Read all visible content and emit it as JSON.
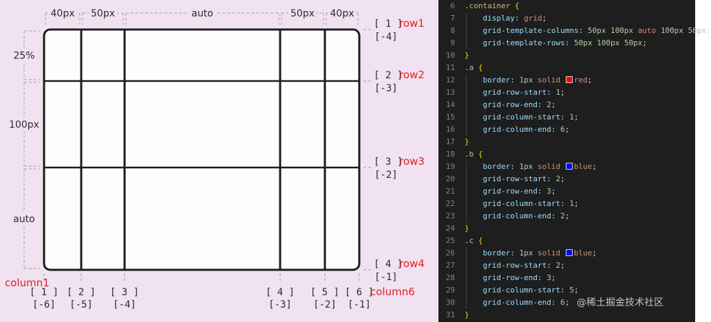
{
  "diagram": {
    "column_sizes": [
      "40px",
      "50px",
      "auto",
      "50px",
      "40px"
    ],
    "row_sizes": [
      "25%",
      "100px",
      "auto"
    ],
    "row_lines": [
      {
        "pos": "[ 1 ]",
        "neg": "[-4]",
        "label": "row1"
      },
      {
        "pos": "[ 2 ]",
        "neg": "[-3]",
        "label": "row2"
      },
      {
        "pos": "[ 3 ]",
        "neg": "[-2]",
        "label": "row3"
      },
      {
        "pos": "[ 4 ]",
        "neg": "[-1]",
        "label": "row4"
      }
    ],
    "column_lines": [
      {
        "pos": "[ 1 ]",
        "neg": "[-6]"
      },
      {
        "pos": "[ 2 ]",
        "neg": "[-5]"
      },
      {
        "pos": "[ 3 ]",
        "neg": "[-4]"
      },
      {
        "pos": "[ 4 ]",
        "neg": "[-3]"
      },
      {
        "pos": "[ 5 ]",
        "neg": "[-2]"
      },
      {
        "pos": "[ 6 ]",
        "neg": "[-1]"
      }
    ],
    "first_column_label": "column1",
    "last_column_label": "column6",
    "label_color": "#e02020"
  },
  "code": {
    "lines": [
      {
        "n": "6",
        "indent": 0,
        "t": [
          {
            "c": "sel",
            "s": ".container"
          },
          {
            "c": "",
            "s": " "
          },
          {
            "c": "brace",
            "s": "{"
          }
        ]
      },
      {
        "n": "7",
        "indent": 1,
        "t": [
          {
            "c": "prop",
            "s": "display"
          },
          {
            "c": "",
            "s": ": "
          },
          {
            "c": "val",
            "s": "grid"
          },
          {
            "c": "",
            "s": ";"
          }
        ]
      },
      {
        "n": "8",
        "indent": 1,
        "t": [
          {
            "c": "prop",
            "s": "grid-template-columns"
          },
          {
            "c": "",
            "s": ": "
          },
          {
            "c": "num",
            "s": "50px 100px"
          },
          {
            "c": "",
            "s": " "
          },
          {
            "c": "val",
            "s": "auto"
          },
          {
            "c": "",
            "s": " "
          },
          {
            "c": "num",
            "s": "100px 50px"
          },
          {
            "c": "",
            "s": ";"
          }
        ]
      },
      {
        "n": "9",
        "indent": 1,
        "t": [
          {
            "c": "prop",
            "s": "grid-template-rows"
          },
          {
            "c": "",
            "s": ": "
          },
          {
            "c": "num",
            "s": "50px 100px 50px"
          },
          {
            "c": "",
            "s": ";"
          }
        ]
      },
      {
        "n": "10",
        "indent": 0,
        "t": [
          {
            "c": "brace",
            "s": "}"
          }
        ]
      },
      {
        "n": "11",
        "indent": 0,
        "t": [
          {
            "c": "sel",
            "s": ".a"
          },
          {
            "c": "",
            "s": " "
          },
          {
            "c": "brace",
            "s": "{"
          }
        ]
      },
      {
        "n": "12",
        "indent": 1,
        "t": [
          {
            "c": "prop",
            "s": "border"
          },
          {
            "c": "",
            "s": ": "
          },
          {
            "c": "num",
            "s": "1px"
          },
          {
            "c": "",
            "s": " "
          },
          {
            "c": "val",
            "s": "solid"
          },
          {
            "c": "",
            "s": " "
          },
          {
            "c": "swatch",
            "s": "#ff0000"
          },
          {
            "c": "val",
            "s": "red"
          },
          {
            "c": "",
            "s": ";"
          }
        ]
      },
      {
        "n": "13",
        "indent": 1,
        "t": [
          {
            "c": "prop",
            "s": "grid-row-start"
          },
          {
            "c": "",
            "s": ": "
          },
          {
            "c": "num",
            "s": "1"
          },
          {
            "c": "",
            "s": ";"
          }
        ]
      },
      {
        "n": "14",
        "indent": 1,
        "t": [
          {
            "c": "prop",
            "s": "grid-row-end"
          },
          {
            "c": "",
            "s": ": "
          },
          {
            "c": "num",
            "s": "2"
          },
          {
            "c": "",
            "s": ";"
          }
        ]
      },
      {
        "n": "15",
        "indent": 1,
        "t": [
          {
            "c": "prop",
            "s": "grid-column-start"
          },
          {
            "c": "",
            "s": ": "
          },
          {
            "c": "num",
            "s": "1"
          },
          {
            "c": "",
            "s": ";"
          }
        ]
      },
      {
        "n": "16",
        "indent": 1,
        "t": [
          {
            "c": "prop",
            "s": "grid-column-end"
          },
          {
            "c": "",
            "s": ": "
          },
          {
            "c": "num",
            "s": "6"
          },
          {
            "c": "",
            "s": ";"
          }
        ]
      },
      {
        "n": "17",
        "indent": 0,
        "t": [
          {
            "c": "brace",
            "s": "}"
          }
        ]
      },
      {
        "n": "18",
        "indent": 0,
        "t": [
          {
            "c": "sel",
            "s": ".b"
          },
          {
            "c": "",
            "s": " "
          },
          {
            "c": "brace",
            "s": "{"
          }
        ]
      },
      {
        "n": "19",
        "indent": 1,
        "t": [
          {
            "c": "prop",
            "s": "border"
          },
          {
            "c": "",
            "s": ": "
          },
          {
            "c": "num",
            "s": "1px"
          },
          {
            "c": "",
            "s": " "
          },
          {
            "c": "val",
            "s": "solid"
          },
          {
            "c": "",
            "s": " "
          },
          {
            "c": "swatch",
            "s": "#0000ff"
          },
          {
            "c": "val",
            "s": "blue"
          },
          {
            "c": "",
            "s": ";"
          }
        ]
      },
      {
        "n": "20",
        "indent": 1,
        "t": [
          {
            "c": "prop",
            "s": "grid-row-start"
          },
          {
            "c": "",
            "s": ": "
          },
          {
            "c": "num",
            "s": "2"
          },
          {
            "c": "",
            "s": ";"
          }
        ]
      },
      {
        "n": "21",
        "indent": 1,
        "t": [
          {
            "c": "prop",
            "s": "grid-row-end"
          },
          {
            "c": "",
            "s": ": "
          },
          {
            "c": "num",
            "s": "3"
          },
          {
            "c": "",
            "s": ";"
          }
        ]
      },
      {
        "n": "22",
        "indent": 1,
        "t": [
          {
            "c": "prop",
            "s": "grid-column-start"
          },
          {
            "c": "",
            "s": ": "
          },
          {
            "c": "num",
            "s": "1"
          },
          {
            "c": "",
            "s": ";"
          }
        ]
      },
      {
        "n": "23",
        "indent": 1,
        "t": [
          {
            "c": "prop",
            "s": "grid-column-end"
          },
          {
            "c": "",
            "s": ": "
          },
          {
            "c": "num",
            "s": "2"
          },
          {
            "c": "",
            "s": ";"
          }
        ]
      },
      {
        "n": "24",
        "indent": 0,
        "t": [
          {
            "c": "brace",
            "s": "}"
          }
        ]
      },
      {
        "n": "25",
        "indent": 0,
        "t": [
          {
            "c": "sel",
            "s": ".c"
          },
          {
            "c": "",
            "s": " "
          },
          {
            "c": "brace",
            "s": "{"
          }
        ]
      },
      {
        "n": "26",
        "indent": 1,
        "t": [
          {
            "c": "prop",
            "s": "border"
          },
          {
            "c": "",
            "s": ": "
          },
          {
            "c": "num",
            "s": "1px"
          },
          {
            "c": "",
            "s": " "
          },
          {
            "c": "val",
            "s": "solid"
          },
          {
            "c": "",
            "s": " "
          },
          {
            "c": "swatch",
            "s": "#0000ff"
          },
          {
            "c": "val",
            "s": "blue"
          },
          {
            "c": "",
            "s": ";"
          }
        ]
      },
      {
        "n": "27",
        "indent": 1,
        "t": [
          {
            "c": "prop",
            "s": "grid-row-start"
          },
          {
            "c": "",
            "s": ": "
          },
          {
            "c": "num",
            "s": "2"
          },
          {
            "c": "",
            "s": ";"
          }
        ]
      },
      {
        "n": "28",
        "indent": 1,
        "t": [
          {
            "c": "prop",
            "s": "grid-row-end"
          },
          {
            "c": "",
            "s": ": "
          },
          {
            "c": "num",
            "s": "3"
          },
          {
            "c": "",
            "s": ";"
          }
        ]
      },
      {
        "n": "29",
        "indent": 1,
        "t": [
          {
            "c": "prop",
            "s": "grid-column-start"
          },
          {
            "c": "",
            "s": ": "
          },
          {
            "c": "num",
            "s": "5"
          },
          {
            "c": "",
            "s": ";"
          }
        ]
      },
      {
        "n": "30",
        "indent": 1,
        "t": [
          {
            "c": "prop",
            "s": "grid-column-end"
          },
          {
            "c": "",
            "s": ": "
          },
          {
            "c": "num",
            "s": "6"
          },
          {
            "c": "",
            "s": ";"
          }
        ]
      },
      {
        "n": "31",
        "indent": 0,
        "t": [
          {
            "c": "brace",
            "s": "}"
          }
        ]
      }
    ]
  },
  "watermark": "@稀土掘金技术社区"
}
